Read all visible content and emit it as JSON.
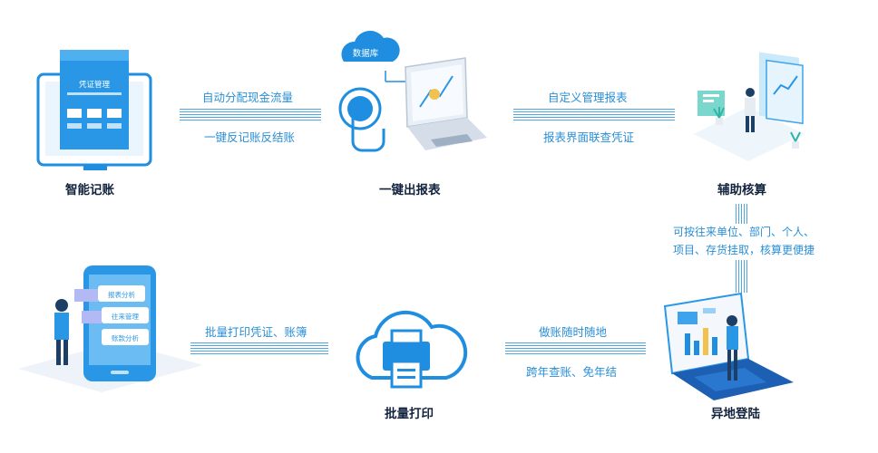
{
  "nodes": {
    "smart_bookkeeping": "智能记账",
    "one_click_report": "一键出报表",
    "auxiliary_accounting": "辅助核算",
    "batch_print": "批量打印",
    "remote_login": "异地登陆"
  },
  "art_labels": {
    "voucher_management": "凭证管理",
    "database": "数据库",
    "phone_item_1": "报表分析",
    "phone_item_2": "往来管理",
    "phone_item_3": "账款分析"
  },
  "connectors": {
    "c1_top": "自动分配现金流量",
    "c1_bottom": "一键反记账反结账",
    "c2_top": "自定义管理报表",
    "c2_bottom": "报表界面联查凭证",
    "c3_line1": "可按往来单位、部门、个人、",
    "c3_line2": "项目、存货挂取，核算更便捷",
    "c4_top": "做账随时随地",
    "c4_bottom": "跨年查账、免年结",
    "c5_top": "批量打印凭证、账簿"
  }
}
